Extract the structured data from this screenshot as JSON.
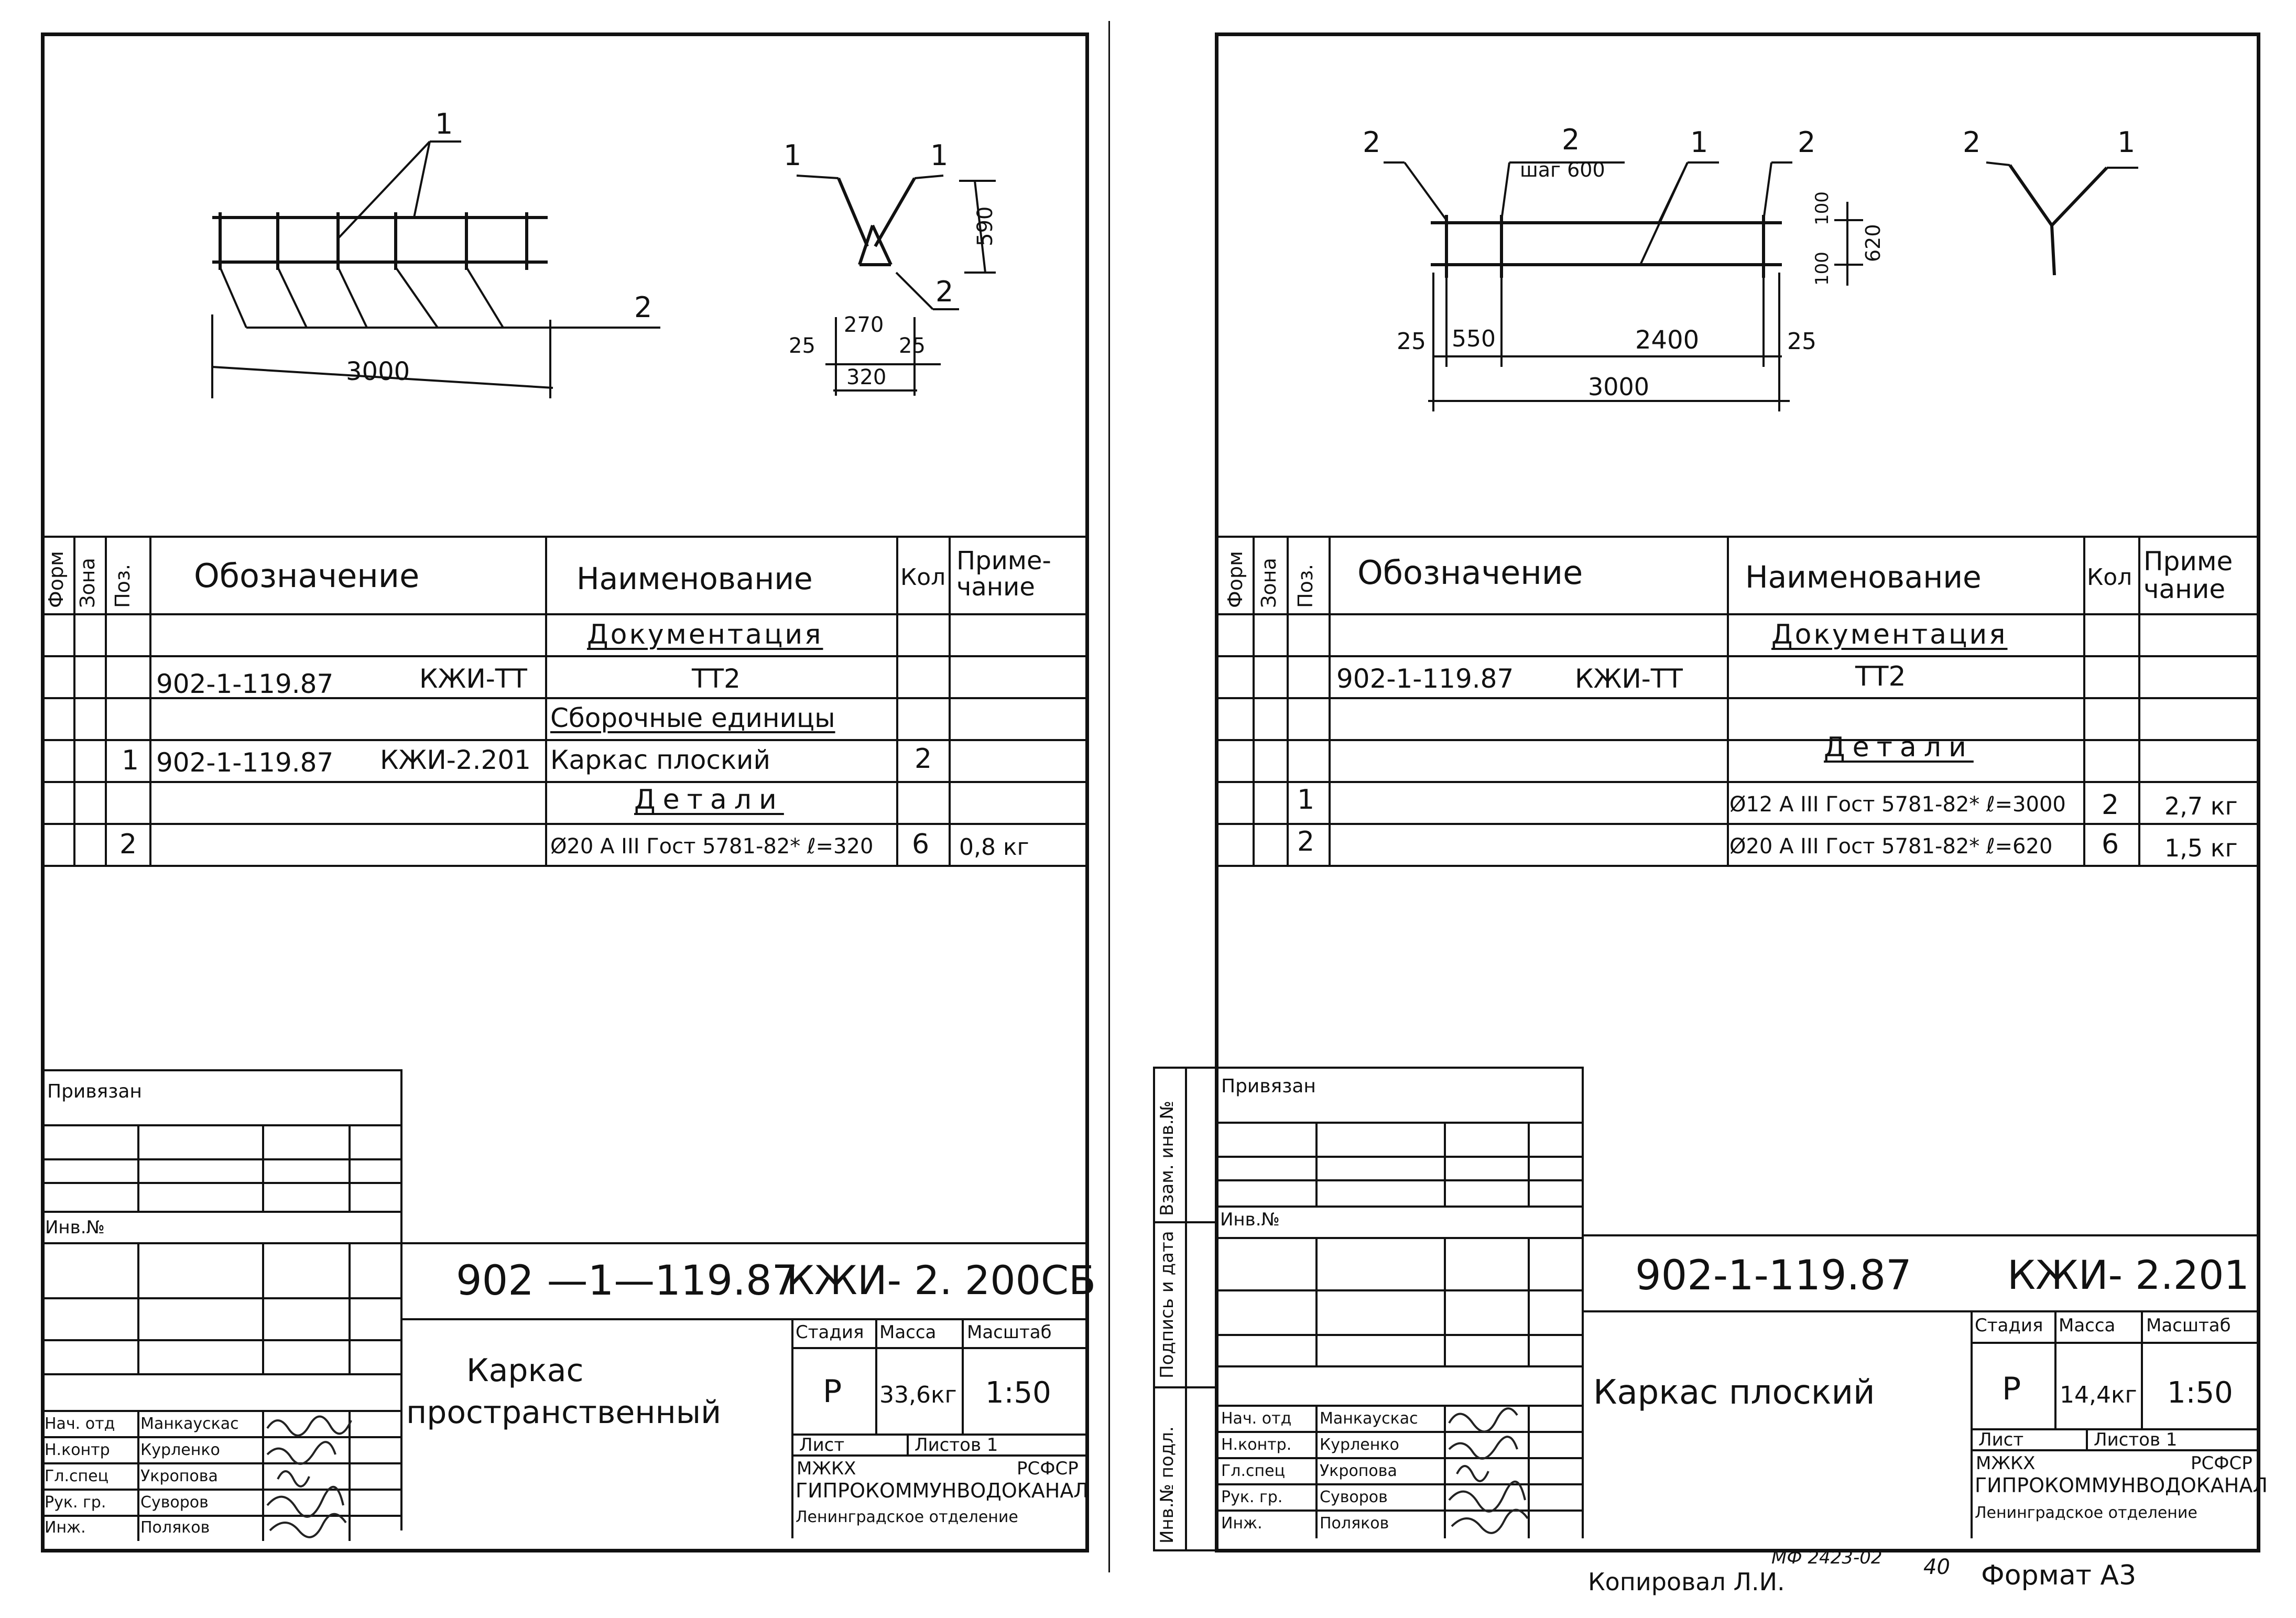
{
  "left": {
    "drawing": {
      "plan": {
        "callout1": "1",
        "callout2": "2",
        "length": "3000"
      },
      "section": {
        "callout_left": "1",
        "callout_right": "1",
        "callout2": "2",
        "height": "590",
        "inner": "270",
        "outer": "320",
        "side_left": "25",
        "side_right": "25"
      }
    },
    "spec": {
      "headers": {
        "form": "Форм",
        "zone": "Зона",
        "pos": "Поз.",
        "designation": "Обозначение",
        "name": "Наименование",
        "qty": "Кол",
        "note": "Приме-\nчание"
      },
      "rows": [
        {
          "pos": "",
          "designation": "",
          "code": "",
          "name": "Документация",
          "qty": "",
          "note": ""
        },
        {
          "pos": "",
          "designation": "902-1-119.87",
          "code": "КЖИ-ТТ",
          "name": "ТТ2",
          "qty": "",
          "note": ""
        },
        {
          "pos": "",
          "designation": "",
          "code": "",
          "name": "Сборочные единицы",
          "qty": "",
          "note": ""
        },
        {
          "pos": "1",
          "designation": "902-1-119.87",
          "code": "КЖИ-2.201",
          "name": "Каркас плоский",
          "qty": "2",
          "note": ""
        },
        {
          "pos": "",
          "designation": "",
          "code": "",
          "name": "Детали",
          "qty": "",
          "note": ""
        },
        {
          "pos": "2",
          "designation": "",
          "code": "",
          "name": "Ø20 А III Гост 5781-82* ℓ=320",
          "qty": "6",
          "note": "0,8 кг"
        }
      ]
    },
    "stamp": {
      "bound": "Привязан",
      "inv": "Инв.№",
      "doc_code": "902 —1—119.87",
      "doc_suffix": "КЖИ- 2. 200СБ",
      "title1": "Каркас",
      "title2": "пространственный",
      "stage_label": "Стадия",
      "mass_label": "Масса",
      "scale_label": "Масштаб",
      "stage": "Р",
      "mass": "33,6кг",
      "scale": "1:50",
      "sheet_label": "Лист",
      "sheets_label": "Листов 1",
      "org1": "МЖКХ",
      "org1b": "РСФСР",
      "org2": "ГИПРОКОММУНВОДОКАНАЛ",
      "org3": "Ленинградское отделение",
      "people": [
        {
          "role": "Нач. отд",
          "name": "Манкаускас"
        },
        {
          "role": "Н.контр",
          "name": "Курленко"
        },
        {
          "role": "Гл.спец",
          "name": "Укропова"
        },
        {
          "role": "Рук. гр.",
          "name": "Суворов"
        },
        {
          "role": "Инж.",
          "name": "Поляков"
        }
      ]
    }
  },
  "right": {
    "drawing": {
      "plan": {
        "c2a": "2",
        "c2b": "2",
        "c1": "1",
        "c2c": "2",
        "step": "шаг 600",
        "d25a": "25",
        "d550": "550",
        "d2400": "2400",
        "d25b": "25",
        "total": "3000",
        "v100a": "100",
        "v100b": "100",
        "v620": "620"
      },
      "section": {
        "c2": "2",
        "c1": "1"
      }
    },
    "spec": {
      "headers": {
        "form": "Форм",
        "zone": "Зона",
        "pos": "Поз.",
        "designation": "Обозначение",
        "name": "Наименование",
        "qty": "Кол",
        "note": "Приме\nчание"
      },
      "rows": [
        {
          "pos": "",
          "designation": "",
          "code": "",
          "name": "Документация",
          "qty": "",
          "note": ""
        },
        {
          "pos": "",
          "designation": "902-1-119.87",
          "code": "КЖИ-ТТ",
          "name": "ТТ2",
          "qty": "",
          "note": ""
        },
        {
          "pos": "",
          "designation": "",
          "code": "",
          "name": "",
          "qty": "",
          "note": ""
        },
        {
          "pos": "",
          "designation": "",
          "code": "",
          "name": "Детали",
          "qty": "",
          "note": ""
        },
        {
          "pos": "1",
          "designation": "",
          "code": "",
          "name": "Ø12 А III Гост 5781-82* ℓ=3000",
          "qty": "2",
          "note": "2,7 кг"
        },
        {
          "pos": "2",
          "designation": "",
          "code": "",
          "name": "Ø20 А III Гост 5781-82* ℓ=620",
          "qty": "6",
          "note": "1,5 кг"
        }
      ]
    },
    "stamp": {
      "bound": "Привязан",
      "inv": "Инв.№",
      "doc_code": "902-1-119.87",
      "doc_suffix": "КЖИ- 2.201",
      "title1": "Каркас плоский",
      "stage_label": "Стадия",
      "mass_label": "Масса",
      "scale_label": "Масштаб",
      "stage": "Р",
      "mass": "14,4кг",
      "scale": "1:50",
      "sheet_label": "Лист",
      "sheets_label": "Листов 1",
      "org1": "МЖКХ",
      "org1b": "РСФСР",
      "org2": "ГИПРОКОММУНВОДОКАНАЛ",
      "org3": "Ленинградское отделение",
      "people": [
        {
          "role": "Нач. отд",
          "name": "Манкаускас"
        },
        {
          "role": "Н.контр.",
          "name": "Курленко"
        },
        {
          "role": "Гл.спец",
          "name": "Укропова"
        },
        {
          "role": "Рук. гр.",
          "name": "Суворов"
        },
        {
          "role": "Инж.",
          "name": "Поляков"
        }
      ],
      "side_labels": [
        "Инв.№ подл.",
        "Подпись и дата",
        "Взам. инв.№"
      ]
    }
  },
  "footer": {
    "copied": "Копировал Л.И.",
    "code": "МФ 2423-02",
    "num": "40",
    "format": "Формат А3"
  }
}
